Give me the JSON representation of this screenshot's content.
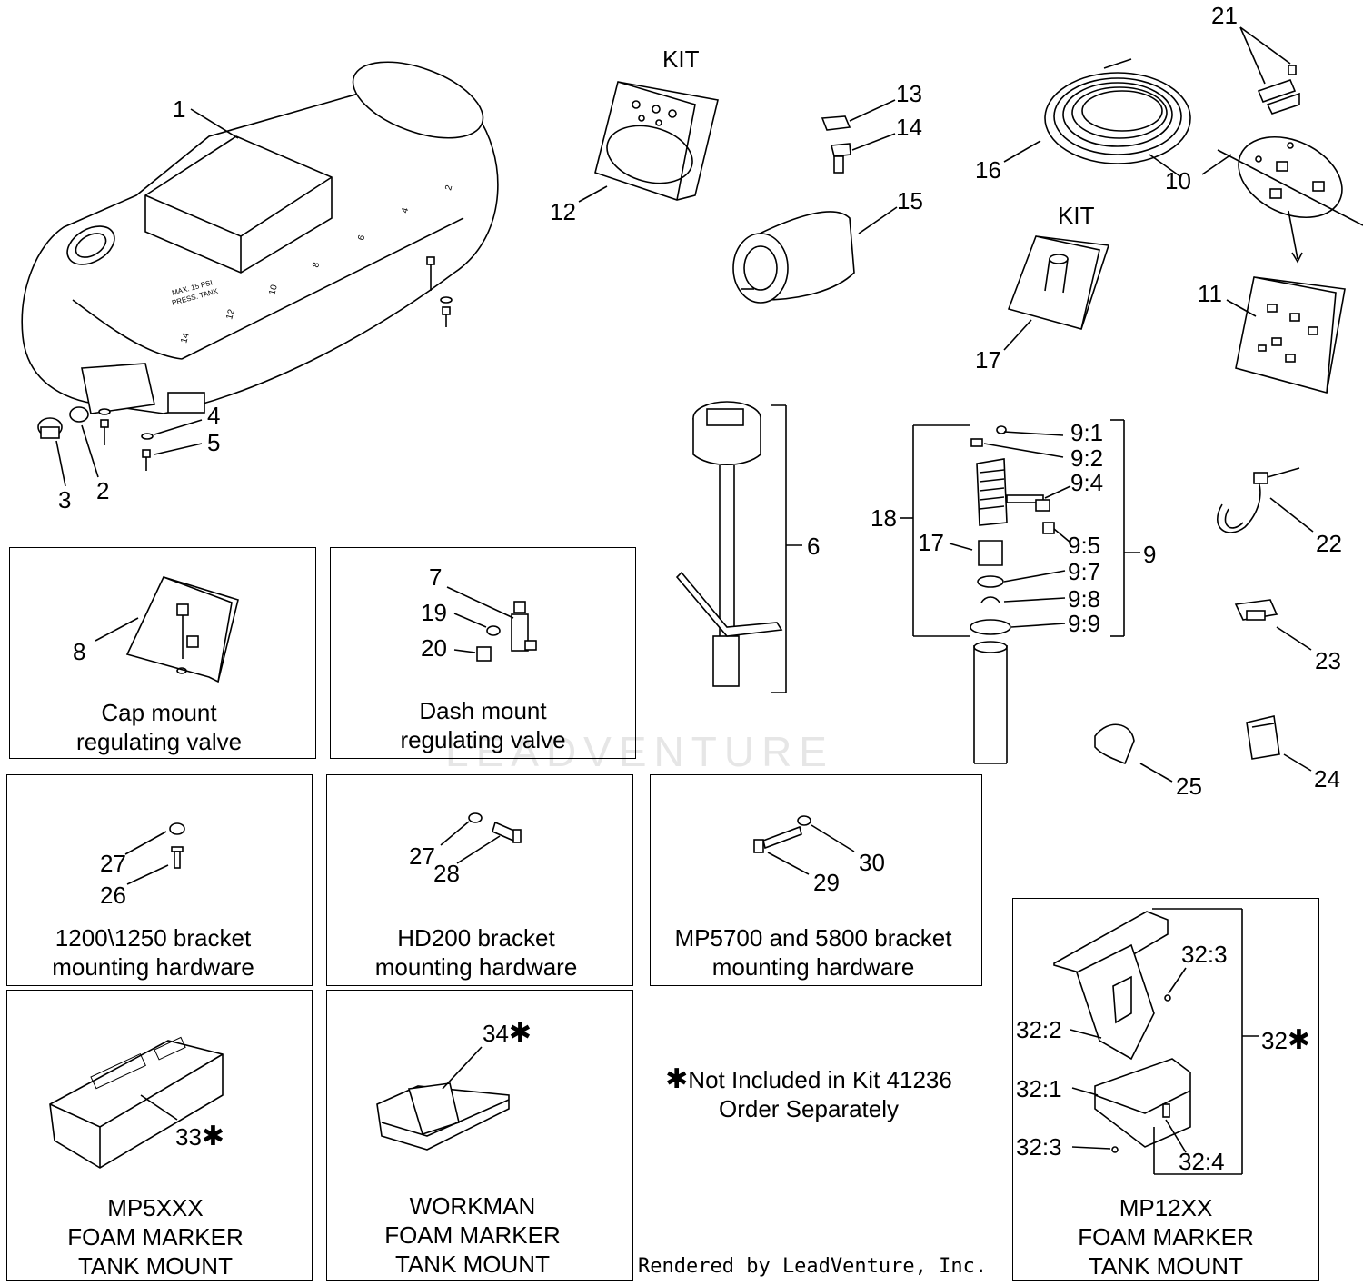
{
  "labels": {
    "p1": "1",
    "p2": "2",
    "p3": "3",
    "p4": "4",
    "p5": "5",
    "p6": "6",
    "p7": "7",
    "p8": "8",
    "p9": "9",
    "p9_1": "9:1",
    "p9_2": "9:2",
    "p9_4": "9:4",
    "p9_5": "9:5",
    "p9_7": "9:7",
    "p9_8": "9:8",
    "p9_9": "9:9",
    "p10": "10",
    "p11": "11",
    "p12": "12",
    "p13": "13",
    "p14": "14",
    "p15": "15",
    "p16": "16",
    "p17a": "17",
    "p17b": "17",
    "p18": "18",
    "p19": "19",
    "p20": "20",
    "p21": "21",
    "p22": "22",
    "p23": "23",
    "p24": "24",
    "p25": "25",
    "p26": "26",
    "p27a": "27",
    "p27b": "27",
    "p28": "28",
    "p29": "29",
    "p30": "30",
    "p32": "32",
    "p32_1": "32:1",
    "p32_2": "32:2",
    "p32_3a": "32:3",
    "p32_3b": "32:3",
    "p32_4": "32:4",
    "p33": "33",
    "p34": "34",
    "kit1": "KIT",
    "kit2": "KIT"
  },
  "star": "✱",
  "captions": {
    "cap_mount": [
      "Cap mount",
      "regulating valve"
    ],
    "dash_mount": [
      "Dash mount",
      "regulating valve"
    ],
    "bracket_1200": [
      "1200\\1250 bracket",
      "mounting hardware"
    ],
    "bracket_hd200": [
      "HD200 bracket",
      "mounting hardware"
    ],
    "bracket_mp5700": [
      "MP5700 and 5800 bracket",
      "mounting hardware"
    ],
    "mp5xxx": [
      "MP5XXX",
      "FOAM MARKER",
      "TANK MOUNT"
    ],
    "workman": [
      "WORKMAN",
      "FOAM MARKER",
      "TANK MOUNT"
    ],
    "mp12xx": [
      "MP12XX",
      "FOAM MARKER",
      "TANK MOUNT"
    ]
  },
  "note": {
    "line1": "Not Included in Kit 41236",
    "line2": "Order Separately"
  },
  "tank_marks": [
    "MAX. 15 PSI",
    "PRESS. TANK",
    "14",
    "12",
    "10",
    "8",
    "6",
    "4",
    "2"
  ],
  "credit": "Rendered by LeadVenture, Inc.",
  "watermark": "LEADVENTURE"
}
